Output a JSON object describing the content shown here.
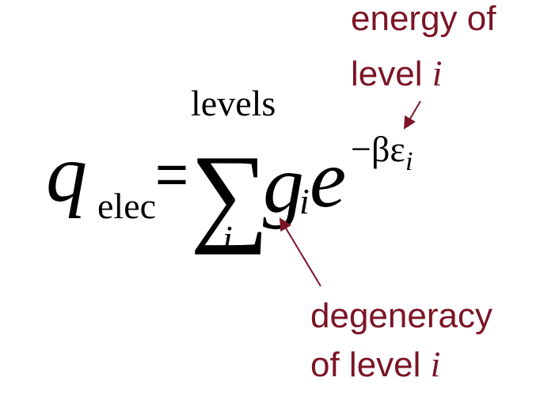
{
  "equation": {
    "lhs_symbol": "q",
    "lhs_subscript": "elec",
    "equals": "=",
    "sum_symbol": "∑",
    "sum_upper": "levels",
    "sum_lower": "i",
    "factor_symbol": "g",
    "factor_subscript": "i",
    "exp_base": "e",
    "exponent": "−βε",
    "exponent_subscript": "i"
  },
  "annotations": {
    "energy": {
      "line1": "energy of",
      "line2_text": "level ",
      "line2_var": "i"
    },
    "degeneracy": {
      "line1": "degeneracy",
      "line2_text": "of level ",
      "line2_var": "i"
    }
  },
  "colors": {
    "annotation": "#7b1526",
    "equation": "#000000",
    "background": "#ffffff"
  }
}
